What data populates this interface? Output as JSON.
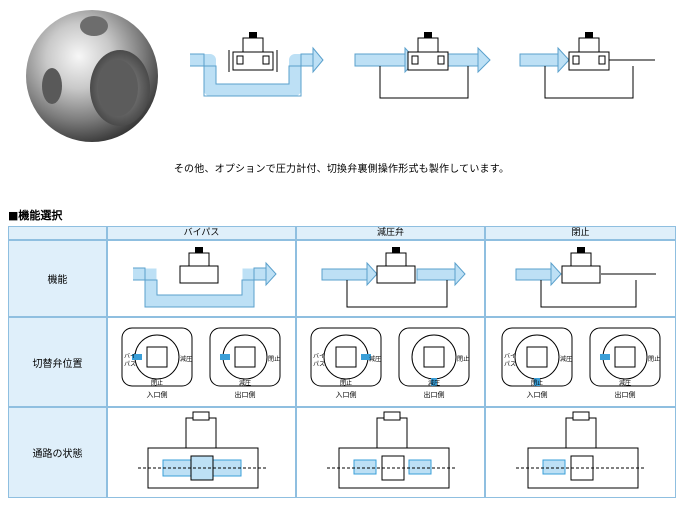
{
  "caption": "その他、オプションで圧力計付、切換弁裏側操作形式も製作しています。",
  "section_title": "■機能選択",
  "table": {
    "columns": [
      "バイパス",
      "減圧弁",
      "閉止"
    ],
    "rows": [
      "機能",
      "切替弁位置",
      "通路の状態"
    ]
  },
  "dial": {
    "bypass_label_1": "バイ",
    "bypass_label_2": "パス",
    "reduce_label": "減圧",
    "close_label": "閉止",
    "inlet": "入口側",
    "outlet": "出口側"
  },
  "colors": {
    "flow_blue": "#bde0f5",
    "border_blue": "#8fbfe0",
    "header_bg": "#dfeffa"
  }
}
